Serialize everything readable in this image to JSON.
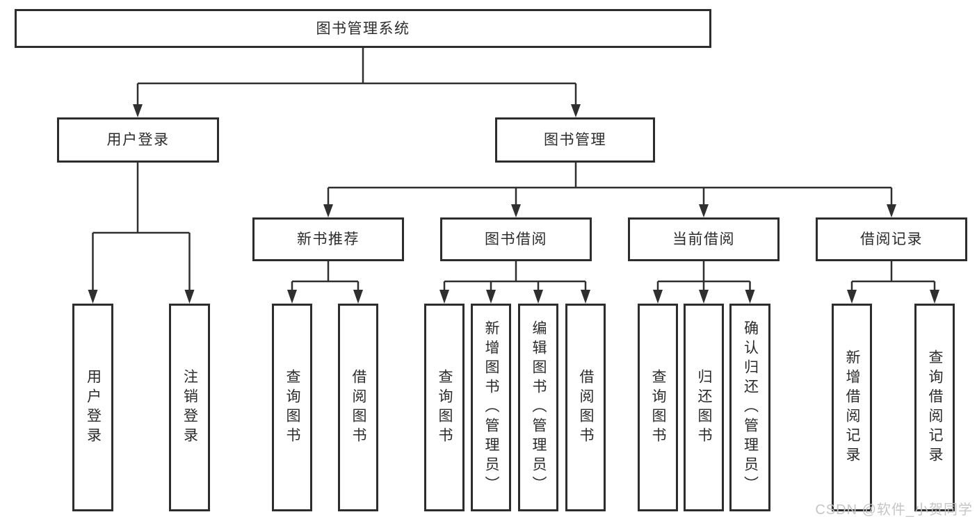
{
  "colors": {
    "line": "#2f2f2f",
    "border": "#2d2d2d",
    "text": "#2b2b2b",
    "watermark": "#c3c3c3"
  },
  "tree": {
    "root": {
      "label": "图书管理系统",
      "children": {
        "user_login": {
          "label": "用户登录",
          "leaves": [
            "用户登录",
            "注销登录"
          ]
        },
        "book_management": {
          "label": "图书管理",
          "children": {
            "new_book_recommendation": {
              "label": "新书推荐",
              "leaves": [
                "查询图书",
                "借阅图书"
              ]
            },
            "book_borrowing": {
              "label": "图书借阅",
              "leaves": [
                "查询图书",
                "新增图书（管理员）",
                "编辑图书（管理员）",
                "借阅图书"
              ]
            },
            "current_borrowing": {
              "label": "当前借阅",
              "leaves": [
                "查询图书",
                "归还图书",
                "确认归还（管理员）"
              ]
            },
            "borrowing_records": {
              "label": "借阅记录",
              "leaves": [
                "新增借阅记录",
                "查询借阅记录"
              ]
            }
          }
        }
      }
    }
  },
  "watermark": "CSDN @软件_小贺同学"
}
